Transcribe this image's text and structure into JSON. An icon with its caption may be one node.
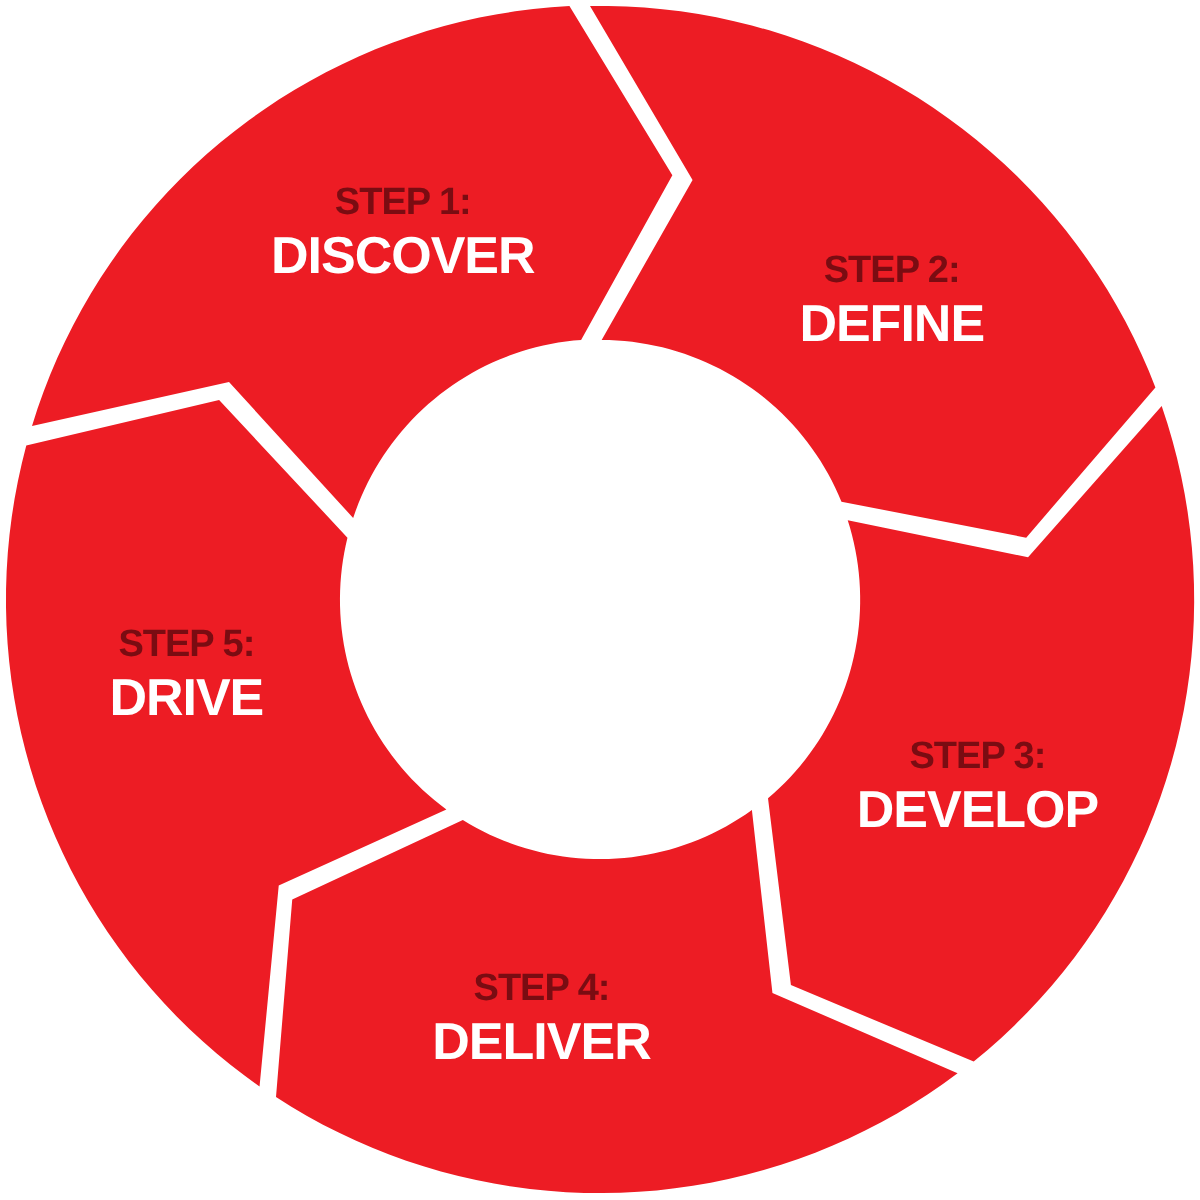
{
  "diagram": {
    "nodes": [
      {
        "text": [
          "STEP 1:",
          "DISCOVER"
        ]
      },
      {
        "text": [
          "STEP 2:",
          "DEFINE"
        ]
      },
      {
        "text": [
          "STEP 3:",
          "DEVELOP"
        ]
      },
      {
        "text": [
          "STEP 4:",
          "DELIVER"
        ]
      },
      {
        "text": [
          "STEP 5:",
          "DRIVE"
        ]
      }
    ],
    "edges": []
  }
}
